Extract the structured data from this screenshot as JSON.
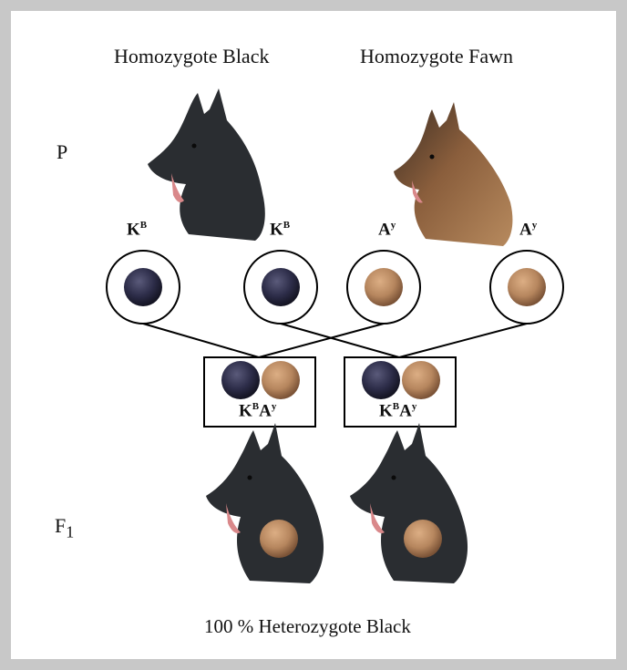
{
  "headings": {
    "left": "Homozygote Black",
    "right": "Homozygote Fawn"
  },
  "generations": {
    "parent": "P",
    "f1_letter": "F",
    "f1_subscript": "1"
  },
  "gametes": [
    {
      "base": "K",
      "sup": "B",
      "color": "black"
    },
    {
      "base": "K",
      "sup": "B",
      "color": "black"
    },
    {
      "base": "A",
      "sup": "y",
      "color": "fawn"
    },
    {
      "base": "A",
      "sup": "y",
      "color": "fawn"
    }
  ],
  "offspring": [
    {
      "allele1": "K",
      "sup1": "B",
      "allele2": "A",
      "sup2": "y"
    },
    {
      "allele1": "K",
      "sup1": "B",
      "allele2": "A",
      "sup2": "y"
    }
  ],
  "footer": "100 % Heterozygote Black",
  "colors": {
    "black_coat": "#2a2d31",
    "fawn_coat": "#9a6e48",
    "black_ball": "#2c2c48",
    "fawn_ball": "#b6865e",
    "frame": "#c8c8c8"
  }
}
